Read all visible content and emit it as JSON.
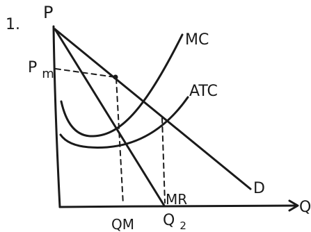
{
  "problem_number": "1.",
  "axes": {
    "y_label": "P",
    "x_label": "Q"
  },
  "curves": {
    "mc": "MC",
    "atc": "ATC",
    "demand": "D",
    "mr": "MR"
  },
  "price_labels": {
    "pm_base": "P",
    "pm_sub": "m"
  },
  "quantity_labels": {
    "qm": "QM",
    "q2": "Q",
    "q2_sub": "2"
  }
}
